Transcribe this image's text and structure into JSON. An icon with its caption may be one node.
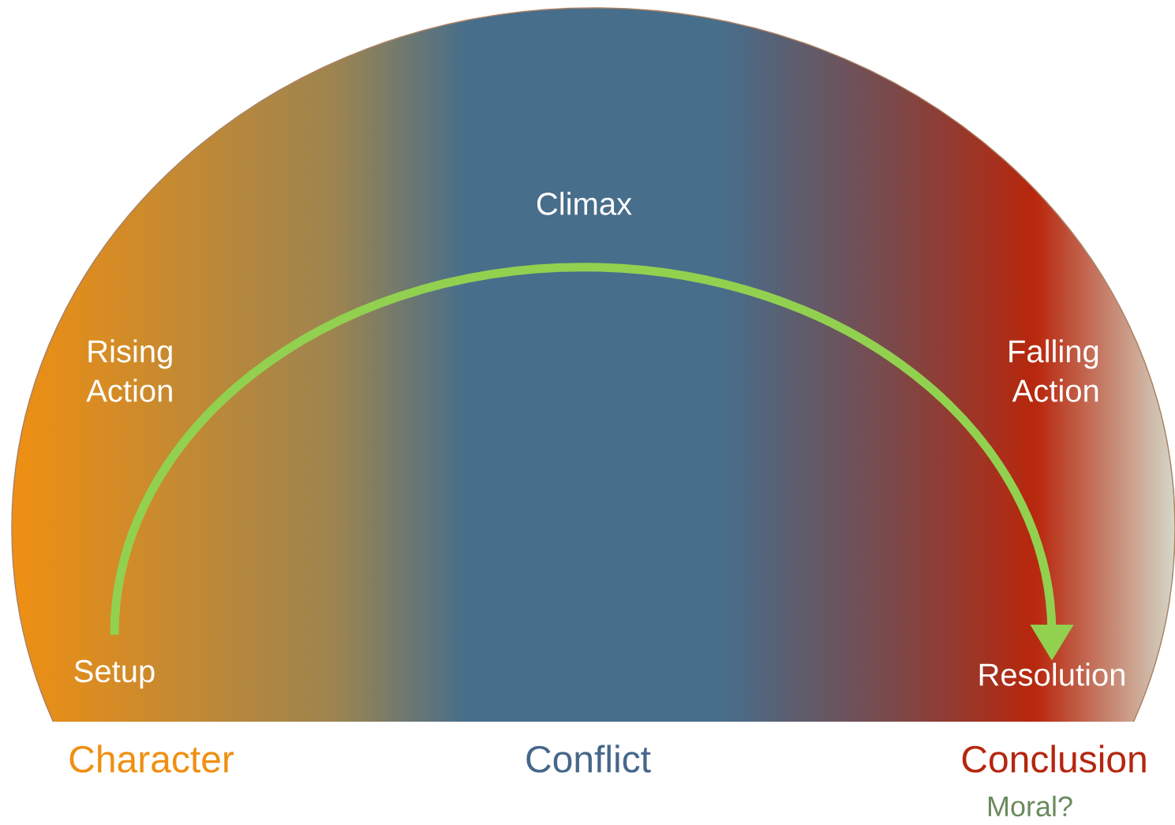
{
  "diagram": {
    "nodes": [
      {
        "text": [
          "Setup"
        ]
      },
      {
        "text": [
          "Resolution"
        ]
      }
    ],
    "edges": [
      {
        "from": 0,
        "to": 1,
        "arrow": "to"
      }
    ],
    "labels": [
      "Climax",
      "Rising Action",
      "Falling Action",
      "Character",
      "Conflict",
      "Conclusion",
      "Moral?"
    ]
  }
}
